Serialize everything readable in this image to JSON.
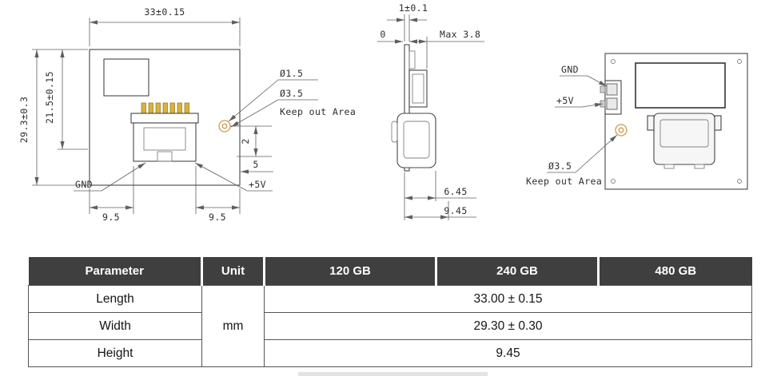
{
  "drawing": {
    "front_view": {
      "dim_width": "33±0.15",
      "dim_height_outer": "29.3±0.3",
      "dim_height_inner": "21.5±0.15",
      "hole_small": "Ø1.5",
      "hole_large": "Ø3.5",
      "keepout_label": "Keep out Area",
      "dim_offset_vertical": "2",
      "dim_offset_horizontal": "5",
      "gnd_label": "GND",
      "plus5v_label": "+5V",
      "dim_bottom_left": "9.5",
      "dim_bottom_right": "9.5"
    },
    "side_view": {
      "dim_pcb_thickness": "1±0.1",
      "datum_zero": "0",
      "dim_max_component": "Max 3.8",
      "dim_connector_depth": "6.45",
      "dim_total_depth": "9.45"
    },
    "rear_view": {
      "gnd_label": "GND",
      "plus5v_label": "+5V",
      "hole_large": "Ø3.5",
      "keepout_label": "Keep out Area"
    },
    "colors": {
      "keepout_circle": "#cf9b50",
      "pin_gold": "#d9b23a",
      "dimension_line": "#5f5f5f"
    }
  },
  "table": {
    "headers": [
      "Parameter",
      "Unit",
      "120 GB",
      "240 GB",
      "480 GB"
    ],
    "unit": "mm",
    "rows": [
      {
        "parameter": "Length",
        "value": "33.00 ± 0.15"
      },
      {
        "parameter": "Width",
        "value": "29.30 ± 0.30"
      },
      {
        "parameter": "Height",
        "value": "9.45"
      }
    ],
    "header_bg": "#3f3f3f",
    "header_fg": "#ffffff"
  }
}
